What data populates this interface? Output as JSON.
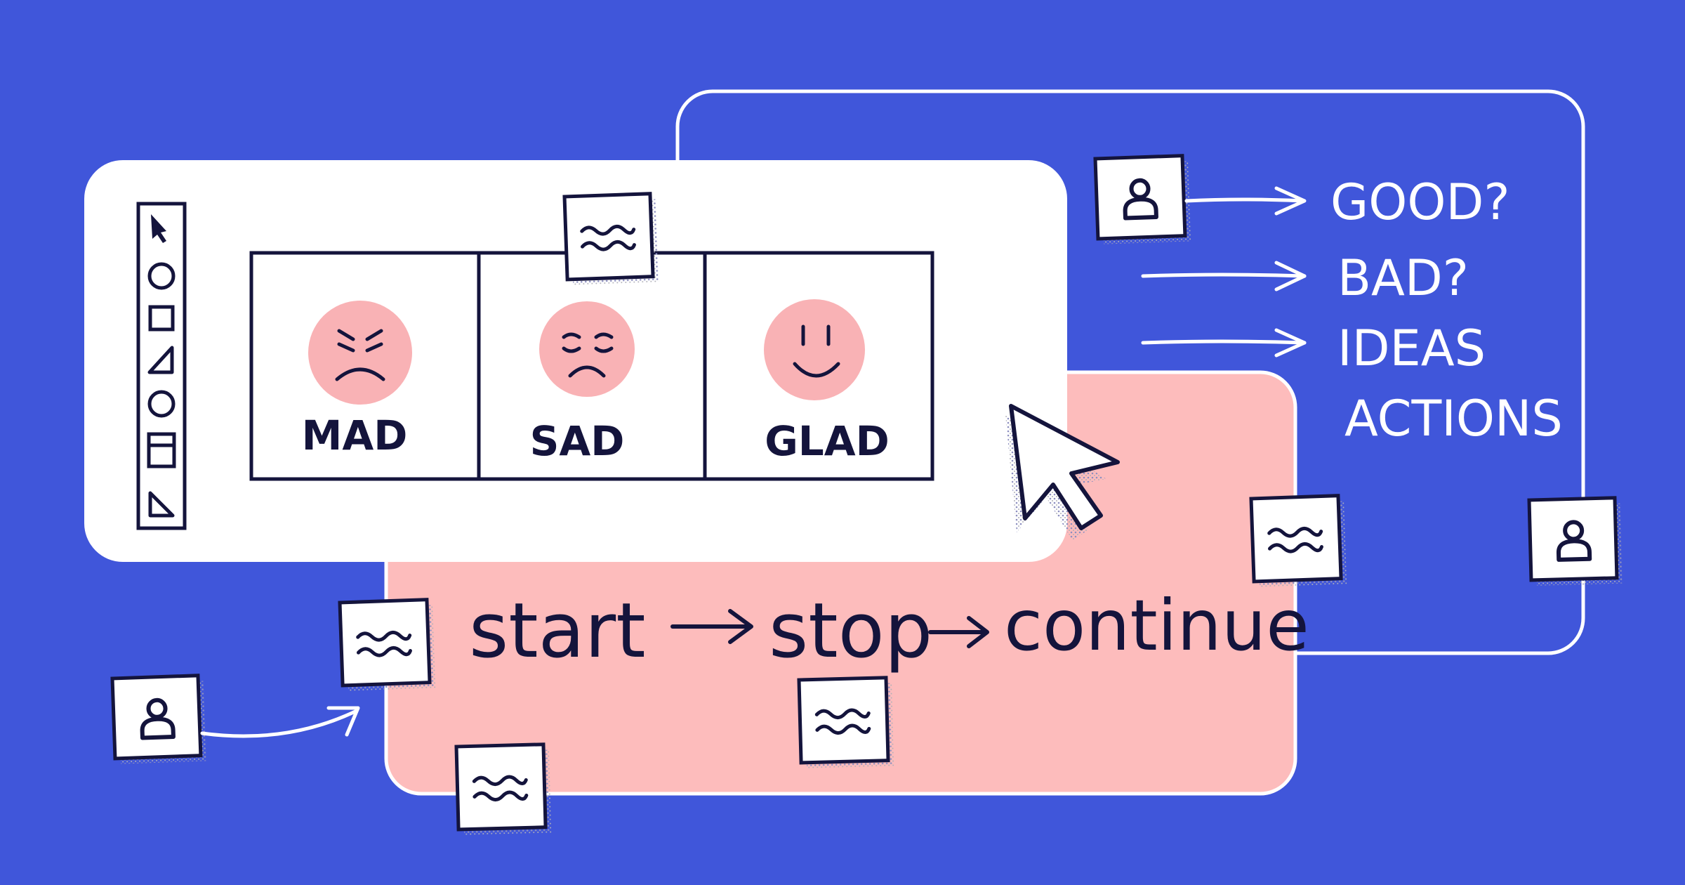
{
  "colors": {
    "background": "#4056da",
    "ink": "#14143c",
    "white": "#ffffff",
    "pink_panel": "#fdbcbc",
    "face_pink": "#f9b2b5"
  },
  "board": {
    "columns": [
      {
        "label": "MAD",
        "icon": "angry-face-icon"
      },
      {
        "label": "SAD",
        "icon": "sad-face-icon"
      },
      {
        "label": "GLAD",
        "icon": "happy-face-icon"
      }
    ],
    "toolbar_icons": [
      "cursor-icon",
      "circle-icon",
      "square-icon",
      "triangle-icon",
      "circle-icon",
      "frame-icon",
      "corner-triangle-icon"
    ]
  },
  "retro_prompts": [
    "GOOD?",
    "BAD?",
    "IDEAS",
    "ACTIONS"
  ],
  "flow": {
    "start": "start",
    "stop": "stop",
    "continue": "continue"
  },
  "icons": [
    "user-icon",
    "sticky-note-icon",
    "arrow-icon",
    "pointer-cursor-icon"
  ]
}
